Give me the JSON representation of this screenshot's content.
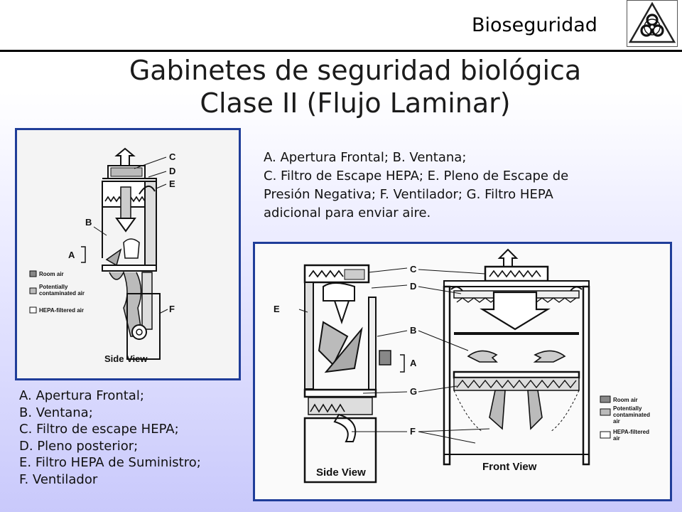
{
  "header": {
    "section_label": "Bioseguridad"
  },
  "title": {
    "line1": "Gabinetes de seguridad biológica",
    "line2": "Clase II (Flujo Laminar)"
  },
  "caption_right": [
    "A. Apertura Frontal; B. Ventana;",
    "C. Filtro de Escape HEPA; E. Pleno de Escape de",
    "Presión Negativa; F. Ventilador; G. Filtro HEPA",
    "adicional para enviar aire."
  ],
  "caption_left": [
    "A. Apertura Frontal;",
    "B. Ventana;",
    "C. Filtro de escape HEPA;",
    "D.  Pleno posterior;",
    "E. Filtro HEPA de Suministro;",
    "F. Ventilador"
  ],
  "figure_left": {
    "callouts": [
      "C",
      "D",
      "E",
      "B",
      "A",
      "F"
    ],
    "legend": [
      "Room air",
      "Potentially",
      "contaminated air",
      "HEPA-filtered air"
    ],
    "view_label": "Side View"
  },
  "figure_right": {
    "callouts": [
      "C",
      "D",
      "E",
      "B",
      "A",
      "G",
      "F"
    ],
    "legend": [
      "Room air",
      "Potentially",
      "contaminated",
      "air",
      "HEPA-filtered",
      "air"
    ],
    "side_label": "Side View",
    "front_label": "Front View"
  },
  "colors": {
    "frame_border": "#1f3d99",
    "rule": "#000000"
  }
}
